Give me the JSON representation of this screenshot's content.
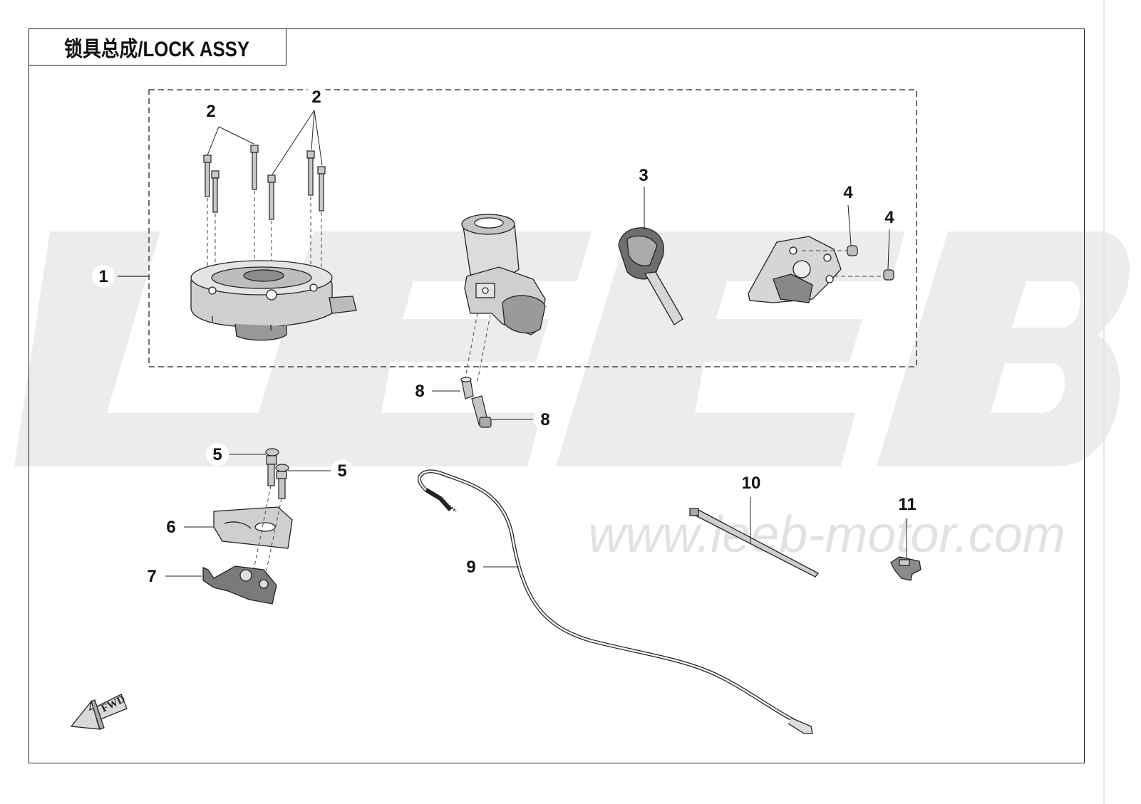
{
  "title": "锁具总成/LOCK ASSY",
  "watermark": {
    "brand": "LEEB",
    "url": "www.leeb-motor.com"
  },
  "orientation_label": "FWD",
  "callouts": [
    {
      "num": "1",
      "part": "lock assembly group"
    },
    {
      "num": "2",
      "part": "bolt"
    },
    {
      "num": "2",
      "part": "bolt"
    },
    {
      "num": "3",
      "part": "key"
    },
    {
      "num": "4",
      "part": "nut"
    },
    {
      "num": "4",
      "part": "nut"
    },
    {
      "num": "5",
      "part": "bolt"
    },
    {
      "num": "5",
      "part": "bolt"
    },
    {
      "num": "6",
      "part": "bracket plate"
    },
    {
      "num": "7",
      "part": "seat lock"
    },
    {
      "num": "8",
      "part": "screw"
    },
    {
      "num": "8",
      "part": "screw"
    },
    {
      "num": "9",
      "part": "seat lock cable"
    },
    {
      "num": "10",
      "part": "cable tie"
    },
    {
      "num": "11",
      "part": "clip"
    }
  ],
  "colors": {
    "line": "#111111",
    "part_fill": "#b9b9b9",
    "part_dark": "#5a5a5a",
    "watermark": "#e9e9e9"
  }
}
